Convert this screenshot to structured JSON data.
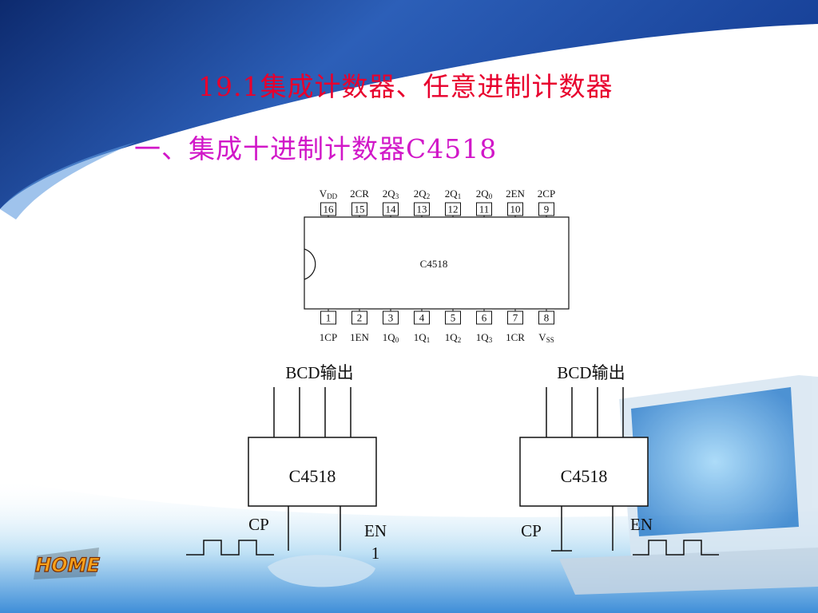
{
  "slide": {
    "title": "19.1集成计数器、任意进制计数器",
    "subtitle": "一、集成十进制计数器C4518"
  },
  "pinout": {
    "chip_label": "C4518",
    "top_pins": [
      {
        "num": "16",
        "label": "V",
        "sub": "DD"
      },
      {
        "num": "15",
        "label": "2CR",
        "sub": ""
      },
      {
        "num": "14",
        "label": "2Q",
        "sub": "3"
      },
      {
        "num": "13",
        "label": "2Q",
        "sub": "2"
      },
      {
        "num": "12",
        "label": "2Q",
        "sub": "1"
      },
      {
        "num": "11",
        "label": "2Q",
        "sub": "0"
      },
      {
        "num": "10",
        "label": "2EN",
        "sub": ""
      },
      {
        "num": "9",
        "label": "2CP",
        "sub": ""
      }
    ],
    "bottom_pins": [
      {
        "num": "1",
        "label": "1CP",
        "sub": ""
      },
      {
        "num": "2",
        "label": "1EN",
        "sub": ""
      },
      {
        "num": "3",
        "label": "1Q",
        "sub": "0"
      },
      {
        "num": "4",
        "label": "1Q",
        "sub": "1"
      },
      {
        "num": "5",
        "label": "1Q",
        "sub": "2"
      },
      {
        "num": "6",
        "label": "1Q",
        "sub": "3"
      },
      {
        "num": "7",
        "label": "1CR",
        "sub": ""
      },
      {
        "num": "8",
        "label": "V",
        "sub": "SS"
      }
    ]
  },
  "circuits": [
    {
      "output_label": "BCD输出",
      "chip_label": "C4518",
      "cp_label": "CP",
      "en_label": "EN",
      "en_extra": "1"
    },
    {
      "output_label": "BCD输出",
      "chip_label": "C4518",
      "cp_label": "CP",
      "en_label": "EN",
      "en_extra": ""
    }
  ],
  "logo_text": "HOME",
  "colors": {
    "title": "#e8002d",
    "subtitle": "#d117c8",
    "background_top": "#1b3d8f",
    "background_mid": "#3f86d6"
  }
}
